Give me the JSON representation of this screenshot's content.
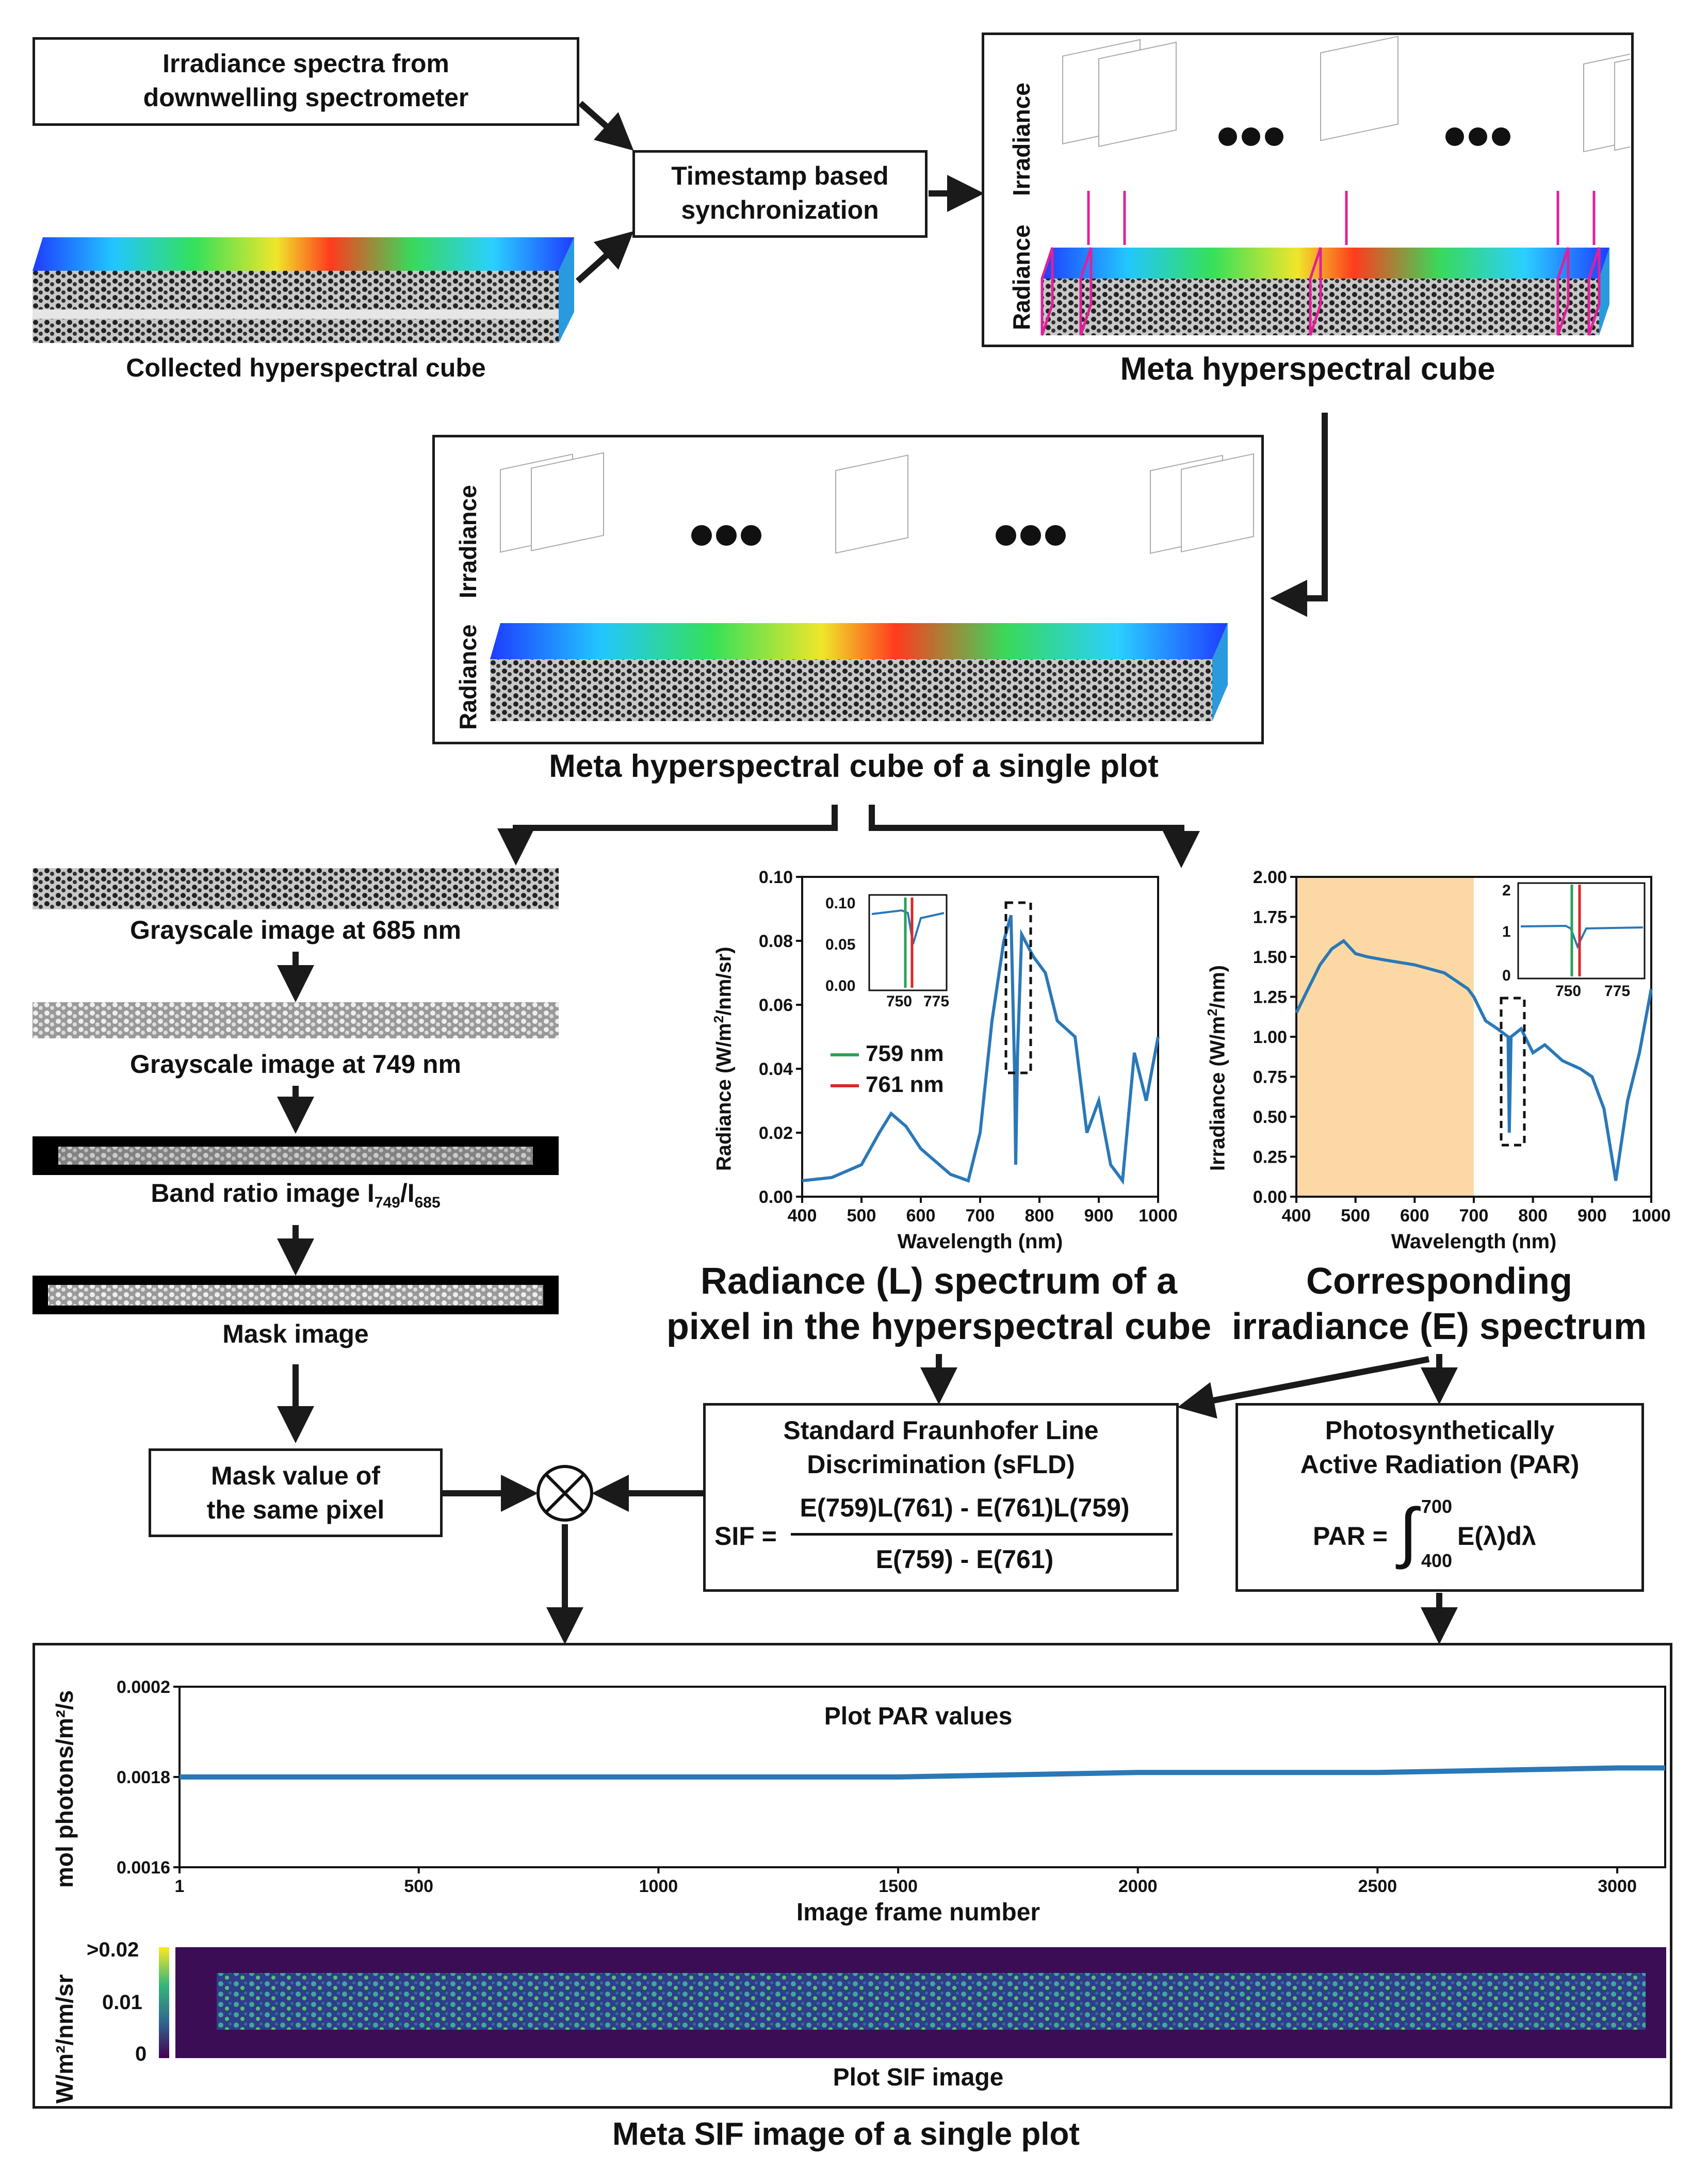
{
  "top": {
    "irradiance_box": "Irradiance spectra from\ndownwelling spectrometer",
    "sync_box": "Timestamp based\nsynchronization",
    "collected_caption": "Collected hyperspectral cube",
    "meta_caption": "Meta hyperspectral cube",
    "irradiance_axis": "Irradiance",
    "radiance_axis": "Radiance"
  },
  "middle": {
    "single_plot_caption": "Meta hyperspectral cube of a single plot",
    "irradiance_axis": "Irradiance",
    "radiance_axis": "Radiance"
  },
  "left_column": {
    "gray685": "Grayscale image at 685 nm",
    "gray749": "Grayscale image at 749 nm",
    "band_ratio_prefix": "Band ratio image I",
    "band_ratio_sub1": "749",
    "band_ratio_slash": "/I",
    "band_ratio_sub2": "685",
    "mask": "Mask image",
    "mask_value_box": "Mask value of\nthe same pixel"
  },
  "radiance_plot": {
    "caption": "Radiance (L) spectrum of a\npixel in the hyperspectral cube",
    "ylabel_main": "Radiance (W/m",
    "ylabel_sup": "2",
    "ylabel_tail": "/nm/sr)",
    "xlabel": "Wavelength (nm)",
    "xticks": [
      "400",
      "500",
      "600",
      "700",
      "800",
      "900",
      "1000"
    ],
    "yticks": [
      "0.00",
      "0.02",
      "0.04",
      "0.06",
      "0.08",
      "0.10"
    ],
    "inset_yticks": [
      "0.00",
      "0.05",
      "0.10"
    ],
    "inset_xticks": [
      "750",
      "775"
    ],
    "legend": [
      {
        "label": "759 nm",
        "color": "#2ca05a"
      },
      {
        "label": "761 nm",
        "color": "#e02424"
      }
    ]
  },
  "irradiance_plot": {
    "caption": "Corresponding\nirradiance (E) spectrum",
    "ylabel_main": "Irradiance (W/m",
    "ylabel_sup": "2",
    "ylabel_tail": "/nm)",
    "xlabel": "Wavelength (nm)",
    "xticks": [
      "400",
      "500",
      "600",
      "700",
      "800",
      "900",
      "1000"
    ],
    "yticks": [
      "0.00",
      "0.25",
      "0.50",
      "0.75",
      "1.00",
      "1.25",
      "1.50",
      "1.75",
      "2.00"
    ],
    "inset_yticks": [
      "0",
      "1",
      "2"
    ],
    "inset_xticks": [
      "750",
      "775"
    ],
    "highlight_color": "#fcd9a4"
  },
  "sfld": {
    "title": "Standard Fraunhofer Line\nDiscrimination (sFLD)",
    "lhs": "SIF =",
    "numerator": "E(759)L(761) - E(761)L(759)",
    "denominator": "E(759) - E(761)"
  },
  "par": {
    "title": "Photosynthetically\nActive Radiation (PAR)",
    "lhs": "PAR =",
    "upper": "700",
    "lower": "400",
    "integrand": "E(λ)dλ"
  },
  "par_plot": {
    "title": "Plot PAR values",
    "ylabel": "mol photons/m²/s",
    "yticks": [
      "0.0016",
      "0.0018",
      "0.0002"
    ],
    "xticks": [
      "1",
      "500",
      "1000",
      "1500",
      "2000",
      "2500",
      "3000"
    ],
    "xlabel": "Image frame number",
    "line_color": "#2a78b8"
  },
  "sif_plot": {
    "title": "Plot SIF image",
    "ylabel": "W/m²/nm/sr",
    "colorbar_ticks": [
      ">0.02",
      "0.01",
      "0"
    ],
    "bg_color": "#3b0d55"
  },
  "final_caption": "Meta SIF image of a single plot",
  "chart_data": [
    {
      "type": "line",
      "title": "",
      "xlabel": "Wavelength (nm)",
      "ylabel": "Radiance (W/m2/nm/sr)",
      "xlim": [
        400,
        1000
      ],
      "ylim": [
        0,
        0.1
      ],
      "x": [
        400,
        450,
        500,
        530,
        550,
        575,
        600,
        650,
        680,
        700,
        720,
        740,
        752,
        758,
        760,
        763,
        770,
        790,
        810,
        830,
        860,
        880,
        900,
        920,
        940,
        960,
        980,
        1000
      ],
      "series": [
        {
          "values": [
            0.005,
            0.006,
            0.01,
            0.02,
            0.026,
            0.022,
            0.015,
            0.007,
            0.005,
            0.02,
            0.055,
            0.08,
            0.088,
            0.04,
            0.01,
            0.045,
            0.082,
            0.075,
            0.07,
            0.055,
            0.05,
            0.02,
            0.03,
            0.01,
            0.005,
            0.045,
            0.03,
            0.05
          ]
        }
      ]
    },
    {
      "type": "line",
      "title": "",
      "xlabel": "Wavelength (nm)",
      "ylabel": "Irradiance (W/m2/nm)",
      "xlim": [
        400,
        1000
      ],
      "ylim": [
        0,
        2.0
      ],
      "x": [
        400,
        420,
        440,
        460,
        480,
        500,
        520,
        550,
        600,
        650,
        690,
        700,
        720,
        740,
        758,
        760,
        763,
        780,
        800,
        820,
        850,
        880,
        900,
        920,
        940,
        960,
        980,
        1000
      ],
      "series": [
        {
          "values": [
            1.15,
            1.3,
            1.45,
            1.55,
            1.6,
            1.52,
            1.5,
            1.48,
            1.45,
            1.4,
            1.3,
            1.25,
            1.1,
            1.05,
            1.0,
            0.4,
            1.0,
            1.05,
            0.9,
            0.95,
            0.85,
            0.8,
            0.75,
            0.55,
            0.1,
            0.6,
            0.9,
            1.3
          ]
        }
      ]
    },
    {
      "type": "line",
      "title": "Plot PAR values",
      "xlabel": "Image frame number",
      "ylabel": "mol photons/m2/s",
      "xlim": [
        1,
        3100
      ],
      "ylim": [
        0.0016,
        0.002
      ],
      "x": [
        1,
        500,
        1000,
        1500,
        2000,
        2500,
        3000,
        3100
      ],
      "series": [
        {
          "values": [
            0.0018,
            0.0018,
            0.0018,
            0.0018,
            0.00181,
            0.00181,
            0.00182,
            0.00182
          ]
        }
      ]
    }
  ]
}
